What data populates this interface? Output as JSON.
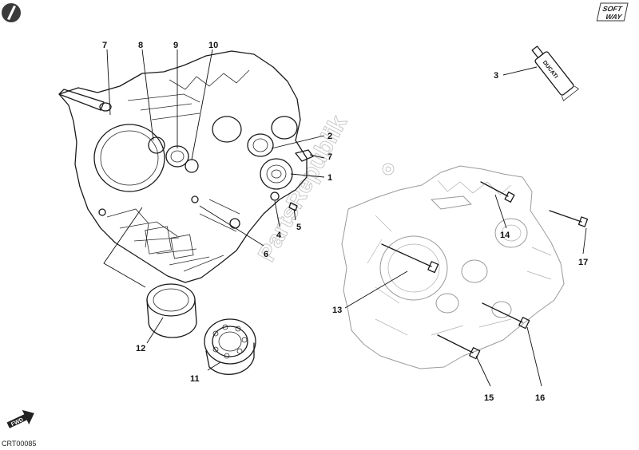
{
  "diagram": {
    "callouts": {
      "c1": "1",
      "c2": "2",
      "c3": "3",
      "c4": "4",
      "c5": "5",
      "c6": "6",
      "c7a": "7",
      "c7b": "7",
      "c8": "8",
      "c9": "9",
      "c10": "10",
      "c11": "11",
      "c12": "12",
      "c13": "13",
      "c14": "14",
      "c15": "15",
      "c16": "16",
      "c17": "17"
    },
    "drawing_code": "CRT00085",
    "brand_logo": {
      "line1": "SOFT",
      "line2": "WAY"
    },
    "watermark": "PartsRepublik",
    "sealant_tube_label": "DUCATI",
    "fwd_marker": "FWD"
  }
}
